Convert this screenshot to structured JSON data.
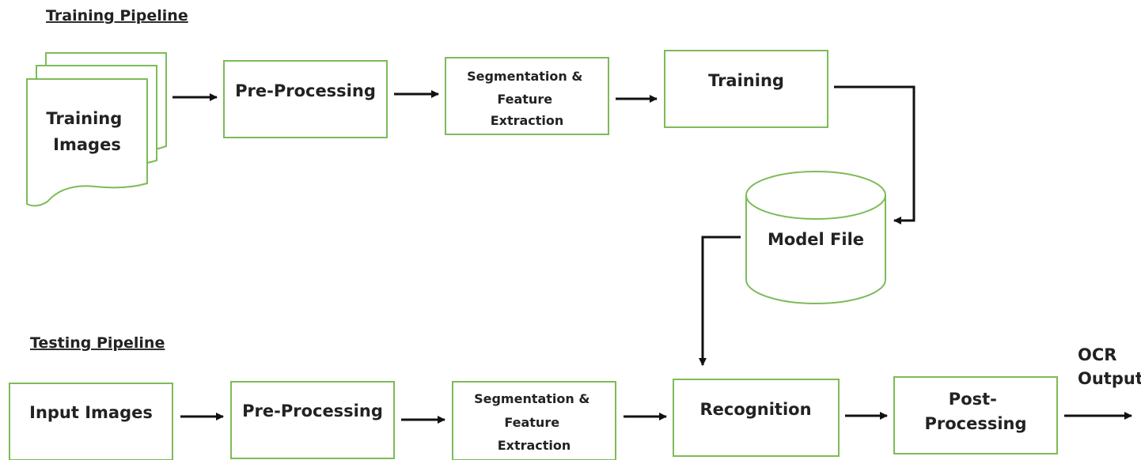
{
  "training_pipeline": {
    "heading": "Training Pipeline",
    "input": [
      "Training",
      "Images"
    ],
    "pre_processing": "Pre-Processing",
    "segmentation": [
      "Segmentation &",
      "Feature",
      "Extraction"
    ],
    "training": "Training"
  },
  "model_file": "Model File",
  "testing_pipeline": {
    "heading": "Testing Pipeline",
    "input": "Input Images",
    "pre_processing": "Pre-Processing",
    "segmentation": [
      "Segmentation &",
      "Feature",
      "Extraction"
    ],
    "recognition": "Recognition",
    "post_processing": [
      "Post-",
      "Processing"
    ],
    "output": [
      "OCR",
      "Output"
    ]
  },
  "colors": {
    "box_border": "#7dbb57",
    "arrow": "#111111",
    "text": "#222222"
  }
}
